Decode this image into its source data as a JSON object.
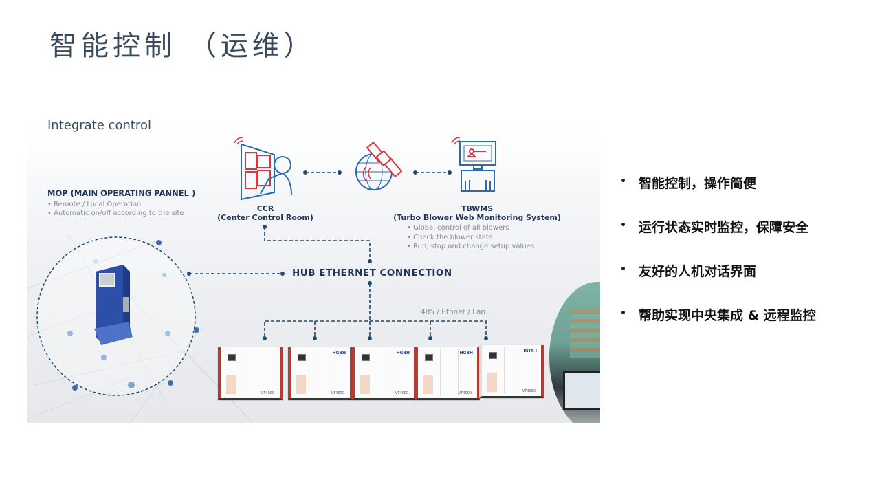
{
  "slide": {
    "title": "智能控制 （运维）"
  },
  "diagram": {
    "title": "Integrate control",
    "mop": {
      "title": "MOP (MAIN OPERATING PANNEL )",
      "items": [
        "• Remote / Local Operation",
        "• Automatic on/off according to the site"
      ]
    },
    "ccr": {
      "name": "CCR",
      "subtitle": "(Center Control Room)"
    },
    "tbwms": {
      "name": "TBWMS",
      "subtitle": "(Turbo Blower Web Monitoring System)",
      "items": [
        "• Global control of all blowers",
        "• Check the blower state",
        "• Run, stop and change setup values"
      ]
    },
    "hub_label": "HUB ETHERNET CONNECTION",
    "protocol_label": "485 / Ethnet / Lan",
    "blowers": [
      {
        "brand": "",
        "model": "VT4000"
      },
      {
        "brand": "HGBH",
        "model": "VT4000"
      },
      {
        "brand": "HGBH",
        "model": "VT4000"
      },
      {
        "brand": "HGBH",
        "model": "VT4000"
      },
      {
        "brand": "RITA I",
        "model": "VT4000"
      }
    ],
    "colors": {
      "line": "#1e4a72",
      "accent_red": "#d9363e",
      "icon_blue": "#2a6cb0"
    }
  },
  "bullets": [
    "智能控制，操作简便",
    "运行状态实时监控，保障安全",
    "友好的人机对话界面",
    "帮助实现中央集成 & 远程监控"
  ]
}
